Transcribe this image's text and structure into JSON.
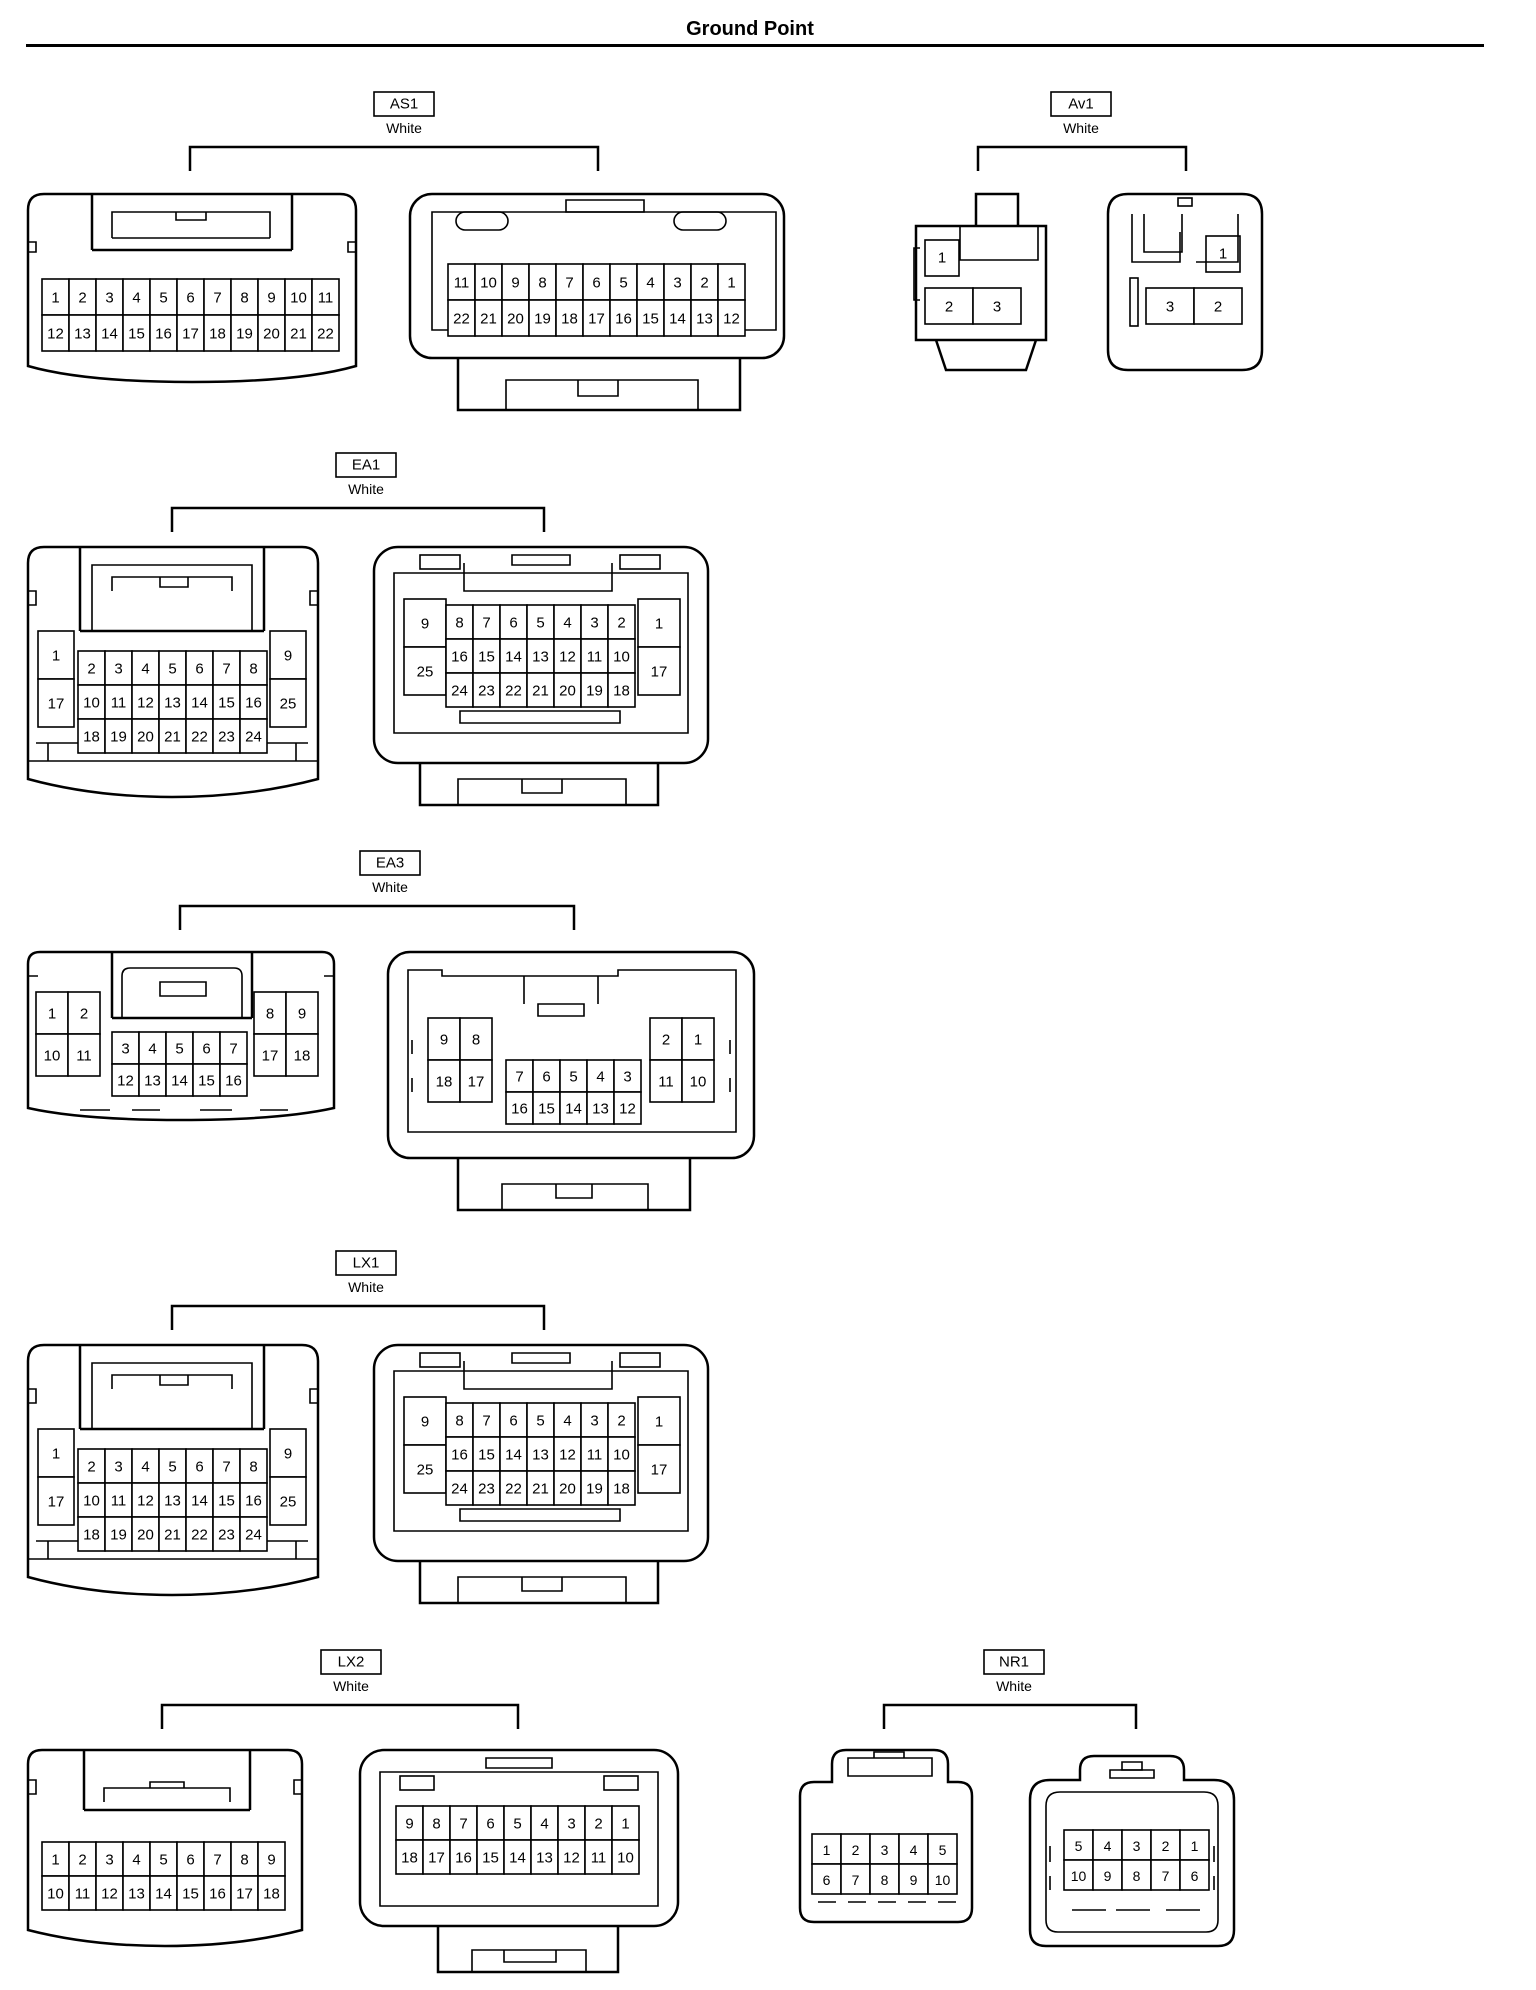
{
  "page_title": "Ground Point",
  "connectors": [
    {
      "id": "AS1",
      "color": "White",
      "left": {
        "rows": [
          [
            "1",
            "2",
            "3",
            "4",
            "5",
            "6",
            "7",
            "8",
            "9",
            "10",
            "11"
          ],
          [
            "12",
            "13",
            "14",
            "15",
            "16",
            "17",
            "18",
            "19",
            "20",
            "21",
            "22"
          ]
        ]
      },
      "right": {
        "rows": [
          [
            "11",
            "10",
            "9",
            "8",
            "7",
            "6",
            "5",
            "4",
            "3",
            "2",
            "1"
          ],
          [
            "22",
            "21",
            "20",
            "19",
            "18",
            "17",
            "16",
            "15",
            "14",
            "13",
            "12"
          ]
        ]
      }
    },
    {
      "id": "Av1",
      "color": "White",
      "left": {
        "rows": [
          [
            "1"
          ],
          [
            "2",
            "3"
          ]
        ]
      },
      "right": {
        "rows": [
          [
            "1"
          ],
          [
            "3",
            "2"
          ]
        ]
      }
    },
    {
      "id": "EA1",
      "color": "White",
      "left": {
        "side_left": [
          "1",
          "17"
        ],
        "rows": [
          [
            "2",
            "3",
            "4",
            "5",
            "6",
            "7",
            "8"
          ],
          [
            "10",
            "11",
            "12",
            "13",
            "14",
            "15",
            "16"
          ],
          [
            "18",
            "19",
            "20",
            "21",
            "22",
            "23",
            "24"
          ]
        ],
        "side_right": [
          "9",
          "25"
        ]
      },
      "right": {
        "side_left": [
          "9",
          "25"
        ],
        "rows": [
          [
            "8",
            "7",
            "6",
            "5",
            "4",
            "3",
            "2"
          ],
          [
            "16",
            "15",
            "14",
            "13",
            "12",
            "11",
            "10"
          ],
          [
            "24",
            "23",
            "22",
            "21",
            "20",
            "19",
            "18"
          ]
        ],
        "side_right": [
          "1",
          "17"
        ]
      }
    },
    {
      "id": "EA3",
      "color": "White",
      "left": {
        "block_left": [
          [
            "1",
            "2"
          ],
          [
            "10",
            "11"
          ]
        ],
        "rows": [
          [
            "3",
            "4",
            "5",
            "6",
            "7"
          ],
          [
            "12",
            "13",
            "14",
            "15",
            "16"
          ]
        ],
        "block_right": [
          [
            "8",
            "9"
          ],
          [
            "17",
            "18"
          ]
        ]
      },
      "right": {
        "block_left": [
          [
            "9",
            "8"
          ],
          [
            "18",
            "17"
          ]
        ],
        "rows": [
          [
            "7",
            "6",
            "5",
            "4",
            "3"
          ],
          [
            "16",
            "15",
            "14",
            "13",
            "12"
          ]
        ],
        "block_right": [
          [
            "2",
            "1"
          ],
          [
            "11",
            "10"
          ]
        ]
      }
    },
    {
      "id": "LX1",
      "color": "White",
      "left": {
        "side_left": [
          "1",
          "17"
        ],
        "rows": [
          [
            "2",
            "3",
            "4",
            "5",
            "6",
            "7",
            "8"
          ],
          [
            "10",
            "11",
            "12",
            "13",
            "14",
            "15",
            "16"
          ],
          [
            "18",
            "19",
            "20",
            "21",
            "22",
            "23",
            "24"
          ]
        ],
        "side_right": [
          "9",
          "25"
        ]
      },
      "right": {
        "side_left": [
          "9",
          "25"
        ],
        "rows": [
          [
            "8",
            "7",
            "6",
            "5",
            "4",
            "3",
            "2"
          ],
          [
            "16",
            "15",
            "14",
            "13",
            "12",
            "11",
            "10"
          ],
          [
            "24",
            "23",
            "22",
            "21",
            "20",
            "19",
            "18"
          ]
        ],
        "side_right": [
          "1",
          "17"
        ]
      }
    },
    {
      "id": "LX2",
      "color": "White",
      "left": {
        "rows": [
          [
            "1",
            "2",
            "3",
            "4",
            "5",
            "6",
            "7",
            "8",
            "9"
          ],
          [
            "10",
            "11",
            "12",
            "13",
            "14",
            "15",
            "16",
            "17",
            "18"
          ]
        ]
      },
      "right": {
        "rows": [
          [
            "9",
            "8",
            "7",
            "6",
            "5",
            "4",
            "3",
            "2",
            "1"
          ],
          [
            "18",
            "17",
            "16",
            "15",
            "14",
            "13",
            "12",
            "11",
            "10"
          ]
        ]
      }
    },
    {
      "id": "NR1",
      "color": "White",
      "left": {
        "rows": [
          [
            "1",
            "2",
            "3",
            "4",
            "5"
          ],
          [
            "6",
            "7",
            "8",
            "9",
            "10"
          ]
        ]
      },
      "right": {
        "rows": [
          [
            "5",
            "4",
            "3",
            "2",
            "1"
          ],
          [
            "10",
            "9",
            "8",
            "7",
            "6"
          ]
        ]
      }
    }
  ]
}
